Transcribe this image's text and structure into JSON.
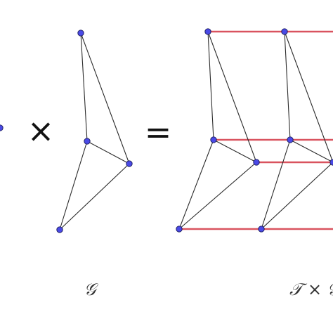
{
  "operators": {
    "times": "×",
    "equals": "="
  },
  "captions": {
    "factor": "𝒢",
    "product": "𝒯 × 𝒢"
  },
  "colors": {
    "vertex": "#4a4ae6",
    "edge": "#2b2b2b",
    "product_edge": "#d9535f"
  },
  "graphs": {
    "factor_graph": {
      "vertices": [
        "top",
        "mid",
        "right",
        "bottom"
      ],
      "edges": [
        [
          "top",
          "mid"
        ],
        [
          "top",
          "right"
        ],
        [
          "mid",
          "right"
        ],
        [
          "mid",
          "bottom"
        ],
        [
          "right",
          "bottom"
        ]
      ]
    }
  }
}
